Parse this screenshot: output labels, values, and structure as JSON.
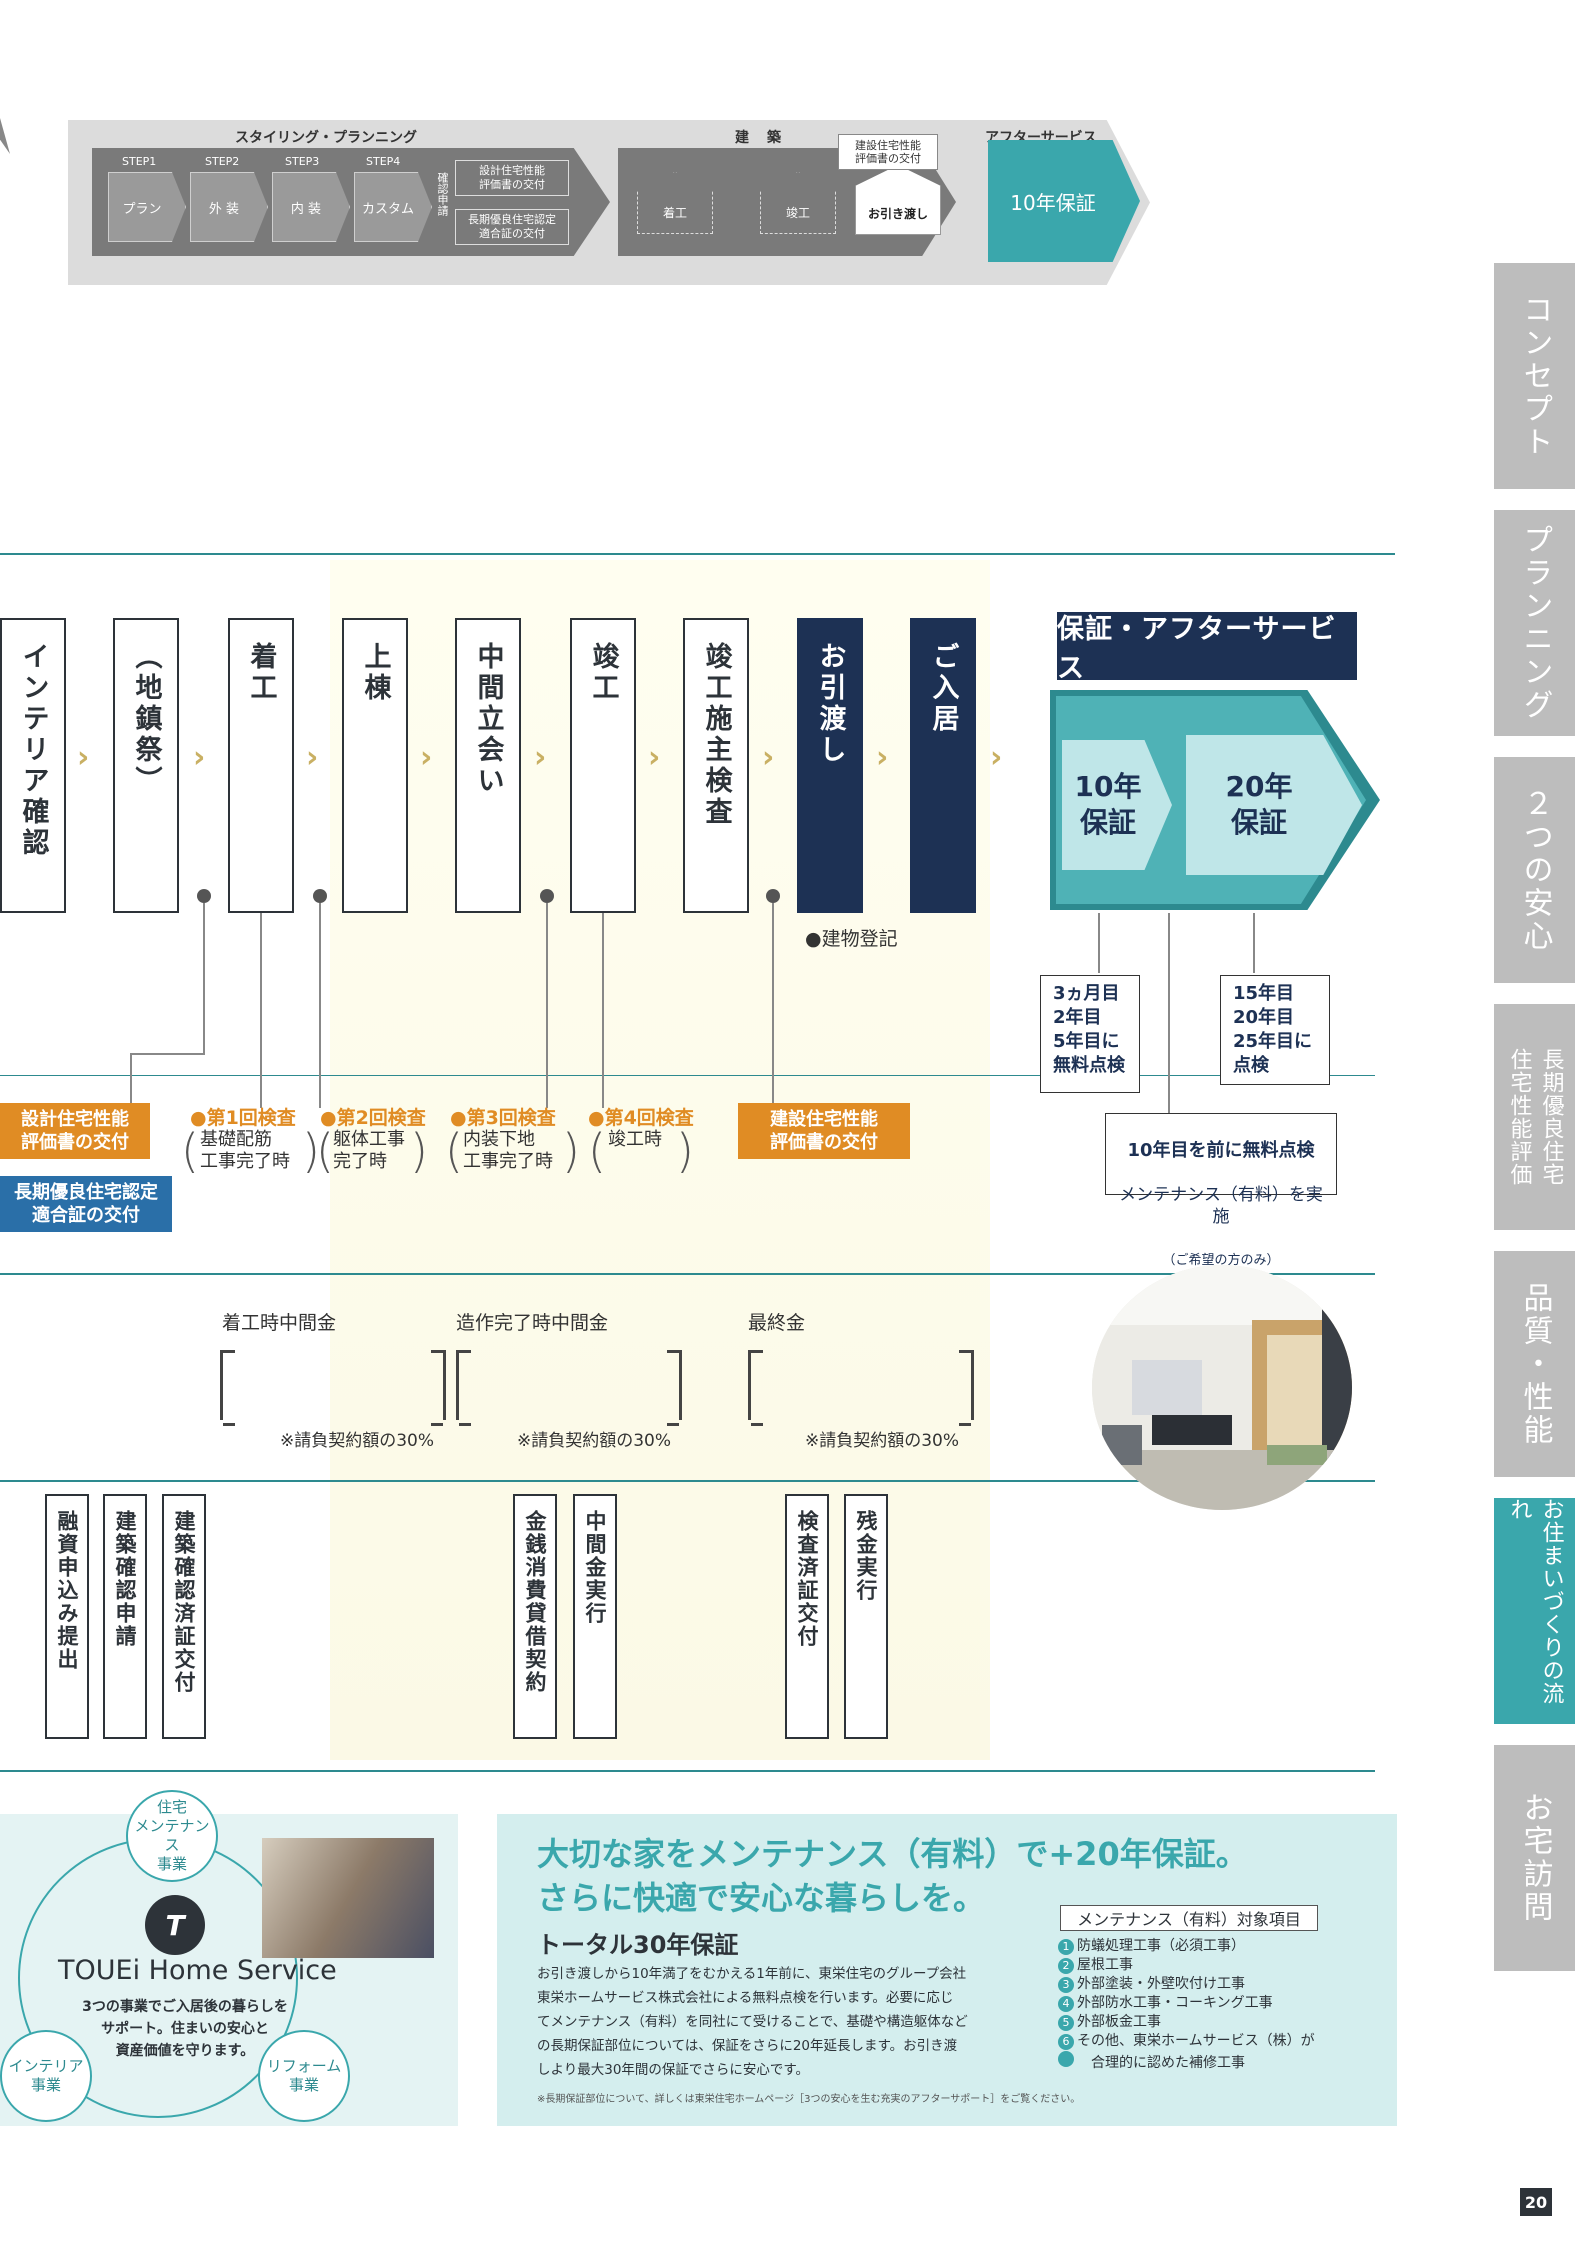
{
  "top_process": {
    "styling_head": "スタイリング・プランニング",
    "construction_head": "建築",
    "after_head": "アフターサービス",
    "steps": [
      {
        "no": "STEP1",
        "label": "プラン"
      },
      {
        "no": "STEP2",
        "label": "外 装"
      },
      {
        "no": "STEP3",
        "label": "内 装"
      },
      {
        "no": "STEP4",
        "label": "カスタム"
      }
    ],
    "confirm_app": "確認申請",
    "design_doc": "設計住宅性能\n評価書の交付",
    "longlife_doc": "長期優良住宅認定\n適合証の交付",
    "houses": [
      "着工",
      "竣工",
      "お引き渡し"
    ],
    "perf_doc": "建設住宅性能\n評価書の交付",
    "warranty": "10年保証"
  },
  "side_tabs": [
    "コンセプト",
    "プランニング",
    "２つの安心",
    "長期優良住宅\n住宅性能評価",
    "品質・性能",
    "お住まいづくりの流れ",
    "お宅訪問"
  ],
  "milestones": [
    "インテリア確認",
    "（地鎮祭）",
    "着工",
    "上棟",
    "中間立会い",
    "竣工",
    "竣工施主検査",
    "お引渡し",
    "ご入居"
  ],
  "building_registration": "●建物登記",
  "warranty": {
    "title": "保証・アフターサービス",
    "ten": "10年\n保証",
    "twenty": "20年\n保証",
    "inspect_a": "3ヵ月目\n2年目\n5年目に\n無料点検",
    "inspect_b": "15年目\n20年目\n25年目に\n点検",
    "inspect_c_head": "10年目を前に無料点検",
    "inspect_c_body": "メンテナンス（有料）を実施",
    "inspect_c_note": "（ご希望の方のみ）"
  },
  "inspection_row": {
    "design_doc": "設計住宅性能\n評価書の交付",
    "longlife_doc": "長期優良住宅認定\n適合証の交付",
    "checks": [
      {
        "head": "●第1回検査",
        "sub": "基礎配筋\n工事完了時"
      },
      {
        "head": "●第2回検査",
        "sub": "躯体工事\n完了時"
      },
      {
        "head": "●第3回検査",
        "sub": "内装下地\n工事完了時"
      },
      {
        "head": "●第4回検査",
        "sub": "竣工時"
      }
    ],
    "perf_doc": "建設住宅性能\n評価書の交付"
  },
  "payments": [
    {
      "label": "着工時中間金",
      "note": "※請負契約額の30%"
    },
    {
      "label": "造作完了時中間金",
      "note": "※請負契約額の30%"
    },
    {
      "label": "最終金",
      "note": "※請負契約額の30%"
    }
  ],
  "finance_docs": [
    "融資申込み提出",
    "建築確認申請",
    "建築確認済証交付",
    "金銭消費貸借契約",
    "中間金実行",
    "検査済証交付",
    "残金実行"
  ],
  "home_service": {
    "top_circle": "住宅\nメンテナンス\n事業",
    "left_circle": "インテリア\n事業",
    "right_circle": "リフォーム\n事業",
    "logo_letter": "T",
    "brand": "TOUEi Home Service",
    "desc": "3つの事業でご入居後の暮らしを\nサポート。住まいの安心と\n資産価値を守ります。"
  },
  "maintenance": {
    "title": "大切な家をメンテナンス（有料）で+20年保証。\nさらに快適で安心な暮らしを。",
    "subtitle": "トータル30年保証",
    "body": "お引き渡しから10年満了をむかえる1年前に、東栄住宅のグループ会社\n東栄ホームサービス株式会社による無料点検を行います。必要に応じ\nてメンテナンス（有料）を同社にて受けることで、基礎や構造躯体など\nの長期保証部位については、保証をさらに20年延長します。お引き渡\nしより最大30年間の保証でさらに安心です。",
    "footnote": "※長期保証部位について、詳しくは東栄住宅ホームページ［3つの安心を生む充実のアフターサポート］をご覧ください。",
    "items_head": "メンテナンス（有料）対象項目",
    "items": [
      {
        "no": "1",
        "text": "防蟻処理工事（必須工事）"
      },
      {
        "no": "2",
        "text": "屋根工事"
      },
      {
        "no": "3",
        "text": "外部塗装・外壁吹付け工事"
      },
      {
        "no": "4",
        "text": "外部防水工事・コーキング工事"
      },
      {
        "no": "5",
        "text": "外部板金工事"
      },
      {
        "no": "6",
        "text": "その他、東栄ホームサービス（株）が"
      },
      {
        "no": "",
        "text": "　合理的に認めた補修工事"
      }
    ]
  },
  "page_number": "20",
  "colors": {
    "teal": "#3aa7ac",
    "navy": "#1d3154",
    "orange": "#e08c24",
    "blue": "#2a6fa8"
  }
}
